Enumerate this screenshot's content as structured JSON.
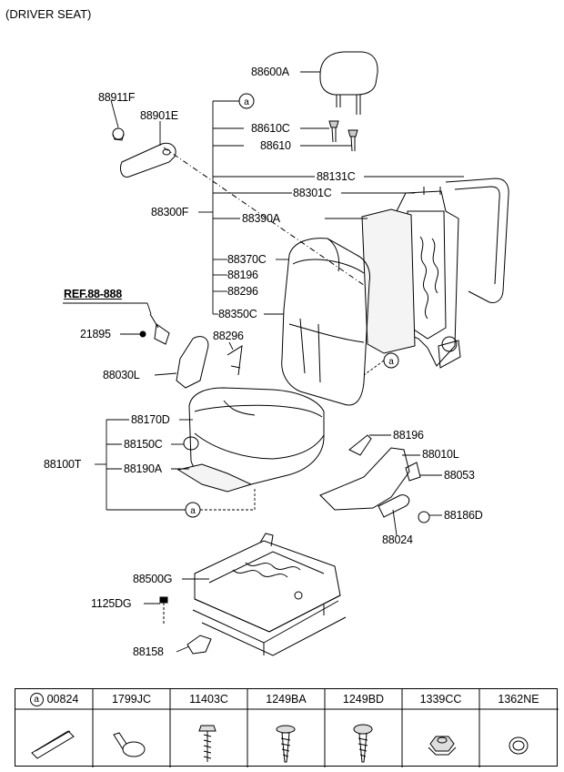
{
  "title": "(DRIVER SEAT)",
  "callout_letter": "a",
  "ref_label": "REF.88-888",
  "labels": {
    "p88600A": "88600A",
    "p88911F": "88911F",
    "p88901E": "88901E",
    "p88610C": "88610C",
    "p88610": "88610",
    "p88131C": "88131C",
    "p88301C": "88301C",
    "p88300F": "88300F",
    "p88390A": "88390A",
    "p88370C": "88370C",
    "p88196a": "88196",
    "p88296a": "88296",
    "p88350C": "88350C",
    "p21895": "21895",
    "p88296b": "88296",
    "p88030L": "88030L",
    "p88170D": "88170D",
    "p88150C": "88150C",
    "p88100T": "88100T",
    "p88190A": "88190A",
    "p88196b": "88196",
    "p88010L": "88010L",
    "p88053": "88053",
    "p88186D": "88186D",
    "p88024": "88024",
    "p88500G": "88500G",
    "p1125DG": "1125DG",
    "p88158": "88158"
  },
  "table": {
    "headers": [
      "00824",
      "1799JC",
      "11403C",
      "1249BA",
      "1249BD",
      "1339CC",
      "1362NE"
    ],
    "icons": [
      "pipe-clip-icon",
      "cable-tie-icon",
      "hex-bolt-icon",
      "tapping-screw-icon",
      "round-screw-icon",
      "hex-nut-icon",
      "ring-clip-icon"
    ]
  }
}
